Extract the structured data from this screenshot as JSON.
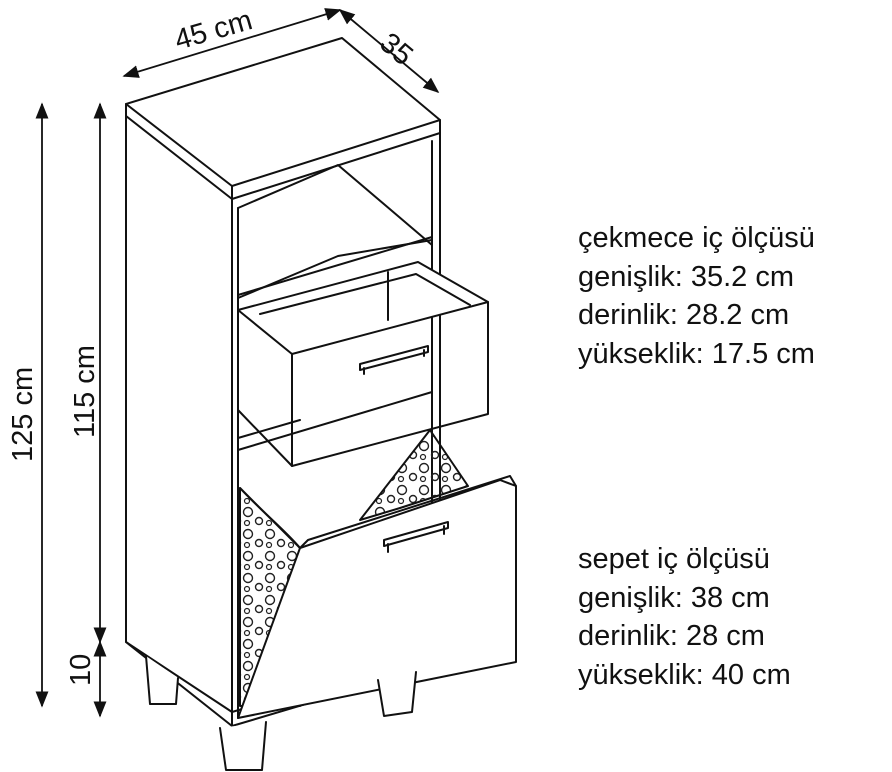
{
  "dimensions": {
    "width": "45 cm",
    "depth": "35",
    "total_height": "125 cm",
    "body_height": "115 cm",
    "leg_height": "10"
  },
  "drawer_spec": {
    "title": "çekmece iç ölçüsü",
    "width": "genişlik: 35.2 cm",
    "depth": "derinlik: 28.2 cm",
    "height": "yükseklik: 17.5 cm"
  },
  "basket_spec": {
    "title": "sepet iç ölçüsü",
    "width": "genişlik: 38 cm",
    "depth": "derinlik: 28 cm",
    "height": "yükseklik: 40 cm"
  }
}
